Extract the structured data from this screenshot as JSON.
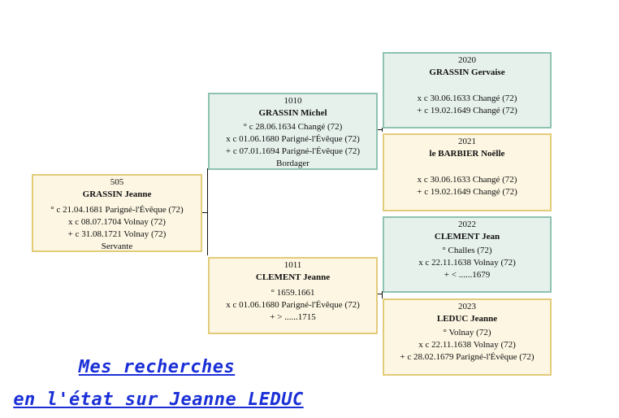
{
  "people": {
    "p505": {
      "number": "505",
      "name": "GRASSIN Jeanne",
      "lines": [
        "° c 21.04.1681 Parigné-l'Évêque (72)",
        "x c 08.07.1704 Volnay (72)",
        "+ c 31.08.1721 Volnay (72)",
        "Servante"
      ]
    },
    "p1010": {
      "number": "1010",
      "name": "GRASSIN Michel",
      "lines": [
        "° c 28.06.1634 Changé (72)",
        "x c 01.06.1680 Parigné-l'Évêque (72)",
        "+ c 07.01.1694 Parigné-l'Évêque (72)",
        "Bordager"
      ]
    },
    "p1011": {
      "number": "1011",
      "name": "CLEMENT Jeanne",
      "lines": [
        "° 1659.1661",
        "x c 01.06.1680 Parigné-l'Évêque (72)",
        "+ > ......1715"
      ]
    },
    "p2020": {
      "number": "2020",
      "name": "GRASSIN Gervaise",
      "lines": [
        "x c 30.06.1633 Changé (72)",
        "+ c 19.02.1649 Changé (72)"
      ]
    },
    "p2021": {
      "number": "2021",
      "name": "le BARBIER Noëlle",
      "lines": [
        "x c 30.06.1633 Changé (72)",
        "+ c 19.02.1649 Changé (72)"
      ]
    },
    "p2022": {
      "number": "2022",
      "name": "CLEMENT Jean",
      "lines": [
        "° Challes (72)",
        "x c 22.11.1638 Volnay (72)",
        "+ < ......1679"
      ]
    },
    "p2023": {
      "number": "2023",
      "name": "LEDUC Jeanne",
      "lines": [
        "° Volnay (72)",
        "x c 22.11.1638 Volnay (72)",
        "+ c 28.02.1679 Parigné-l'Évêque (72)"
      ]
    }
  },
  "caption": {
    "line1": "Mes recherches ",
    "line2": "en l'état sur Jeanne LEDUC"
  },
  "colors": {
    "female_fill": "#fcf6e2",
    "female_border": "#e2cc7a",
    "male_fill": "#e6f1ec",
    "male_border": "#8ec2b1",
    "caption": "#1a2fd6"
  }
}
